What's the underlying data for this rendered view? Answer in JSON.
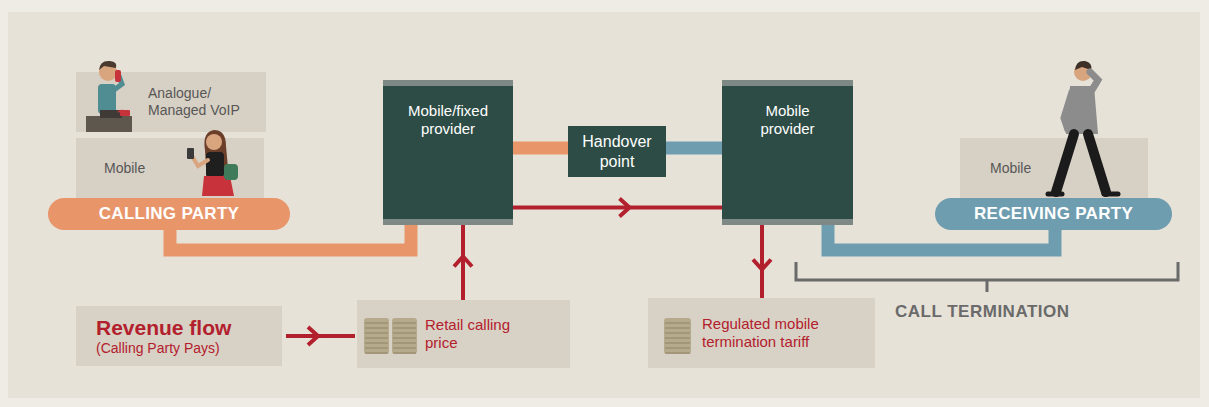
{
  "diagram": {
    "nodes": [
      {
        "text": [
          "Analogue/ Managed VoIP"
        ]
      },
      {
        "text": [
          "Mobile"
        ]
      },
      {
        "text": [
          "CALLING PARTY"
        ]
      },
      {
        "text": [
          "Mobile/fixed provider"
        ]
      },
      {
        "text": [
          "Handover point"
        ]
      },
      {
        "text": [
          "Mobile provider"
        ]
      },
      {
        "text": [
          "Mobile"
        ]
      },
      {
        "text": [
          "RECEIVING PARTY"
        ]
      },
      {
        "text": [
          "Revenue flow",
          "(Calling Party Pays)"
        ]
      },
      {
        "text": [
          "Retail calling price"
        ]
      },
      {
        "text": [
          "Regulated mobile termination tariff"
        ]
      }
    ],
    "edges": [
      {
        "from": 2,
        "to": 3,
        "arrow": "none"
      },
      {
        "from": 3,
        "to": 4,
        "arrow": "none"
      },
      {
        "from": 4,
        "to": 5,
        "arrow": "none"
      },
      {
        "from": 5,
        "to": 7,
        "arrow": "none"
      },
      {
        "from": 3,
        "to": 5,
        "arrow": "to"
      },
      {
        "from": 8,
        "to": 9,
        "arrow": "to"
      },
      {
        "from": 9,
        "to": 3,
        "arrow": "to"
      },
      {
        "from": 5,
        "to": 10,
        "arrow": "to"
      }
    ],
    "labels": [
      "CALL TERMINATION"
    ]
  }
}
